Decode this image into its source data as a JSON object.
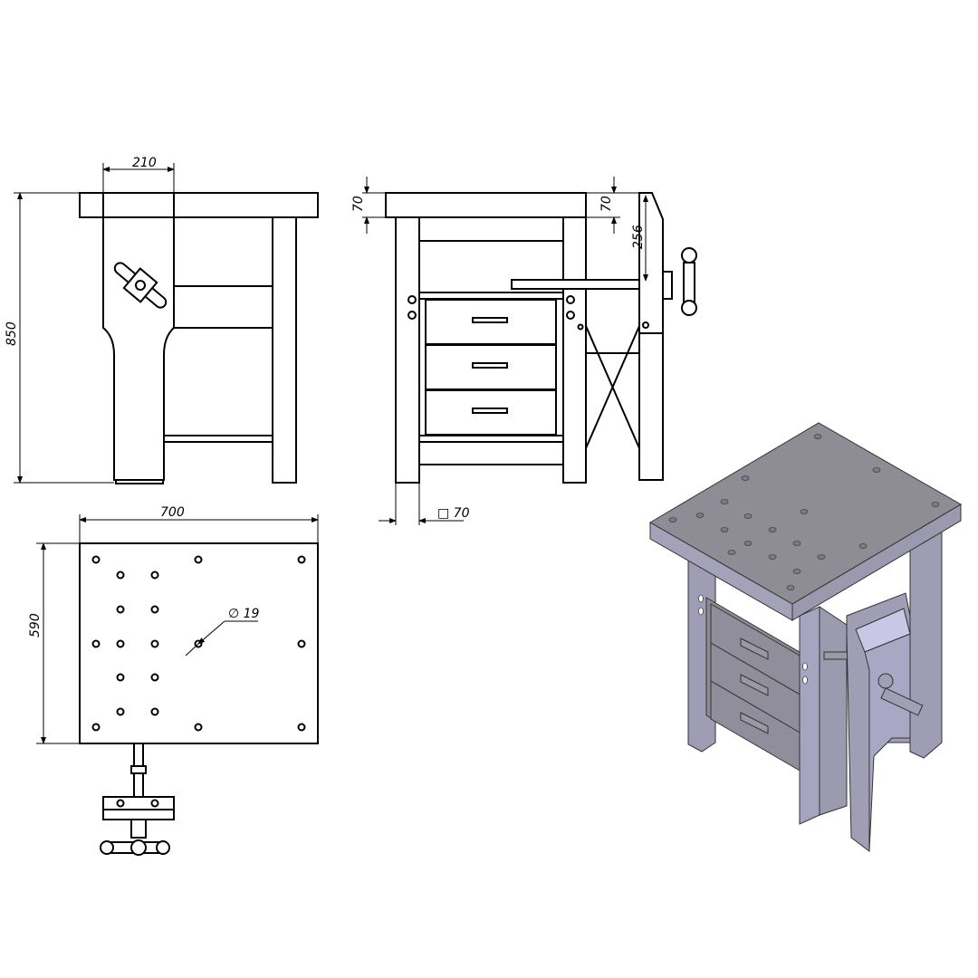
{
  "dimensions": {
    "side_view": {
      "width_label": "210",
      "height_label": "850"
    },
    "front_view": {
      "top_thickness_left": "70",
      "top_thickness_right": "70",
      "vise_height": "256",
      "leg_section": "□ 70"
    },
    "top_view": {
      "length_label": "700",
      "depth_label": "590",
      "hole_diameter": "∅ 19"
    }
  },
  "colors": {
    "line": "#000000",
    "iso_top": "#8e8d95",
    "iso_side": "#a09fb5",
    "iso_light": "#c8c7e6"
  }
}
